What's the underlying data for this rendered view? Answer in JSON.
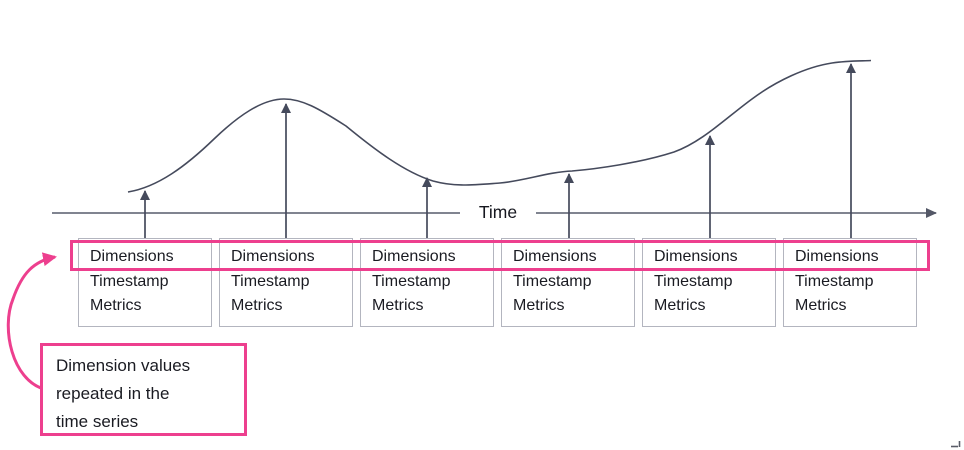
{
  "axis": {
    "label": "Time"
  },
  "records": [
    {
      "dimensions": "Dimensions",
      "timestamp": "Timestamp",
      "metrics": "Metrics"
    },
    {
      "dimensions": "Dimensions",
      "timestamp": "Timestamp",
      "metrics": "Metrics"
    },
    {
      "dimensions": "Dimensions",
      "timestamp": "Timestamp",
      "metrics": "Metrics"
    },
    {
      "dimensions": "Dimensions",
      "timestamp": "Timestamp",
      "metrics": "Metrics"
    },
    {
      "dimensions": "Dimensions",
      "timestamp": "Timestamp",
      "metrics": "Metrics"
    },
    {
      "dimensions": "Dimensions",
      "timestamp": "Timestamp",
      "metrics": "Metrics"
    }
  ],
  "callout": {
    "lines": [
      "Dimension values",
      "repeated in the",
      "time series"
    ]
  },
  "colors": {
    "accent_pink": "#ed3f8e",
    "curve_line": "#454a5c",
    "axis_line": "#6e7280",
    "box_border": "#b3b5bf",
    "text": "#1a1b22"
  }
}
